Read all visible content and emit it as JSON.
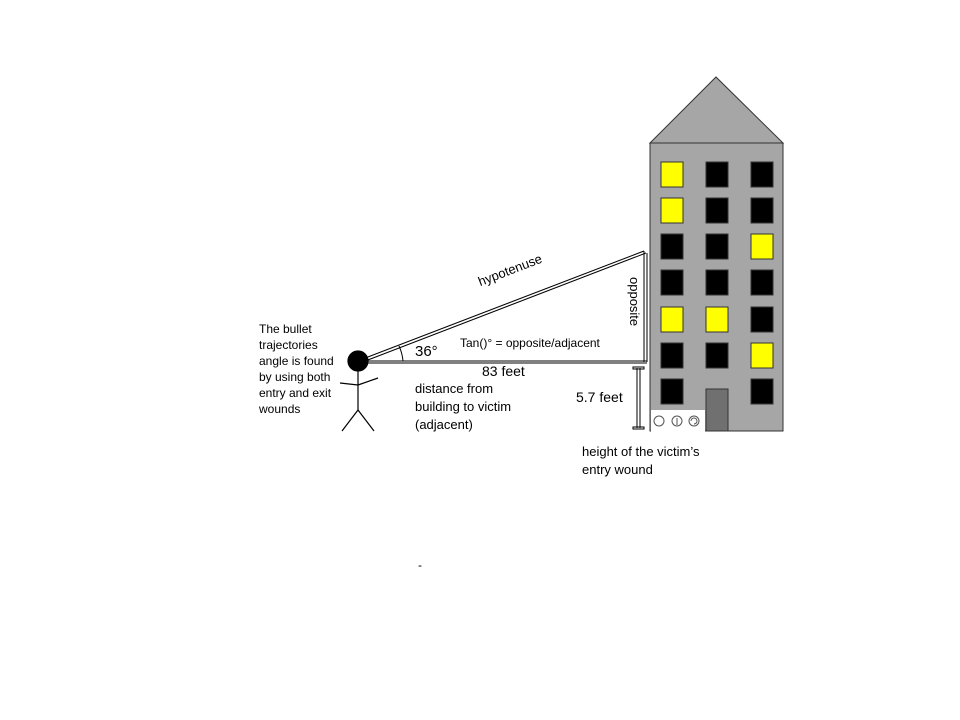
{
  "labels": {
    "hypotenuse": "hypotenuse",
    "opposite": "opposite",
    "angle": "36°",
    "formula": "Tan()° = opposite/adjacent",
    "distance_value": "83 feet",
    "distance_desc": "distance from\nbuilding to victim\n(adjacent)",
    "height_value": "5.7 feet",
    "height_desc": "height of the victim’s\nentry wound",
    "note": "The bullet\ntrajectories\nangle is found\nby using both\nentry and exit\nwounds",
    "dash": "-"
  },
  "colors": {
    "building": "#a6a6a6",
    "lit_window": "#ffff00",
    "dark_window": "#000000",
    "door": "#707070"
  },
  "license_icons": [
    "cc-icon",
    "attribution-icon",
    "share-alike-icon"
  ]
}
